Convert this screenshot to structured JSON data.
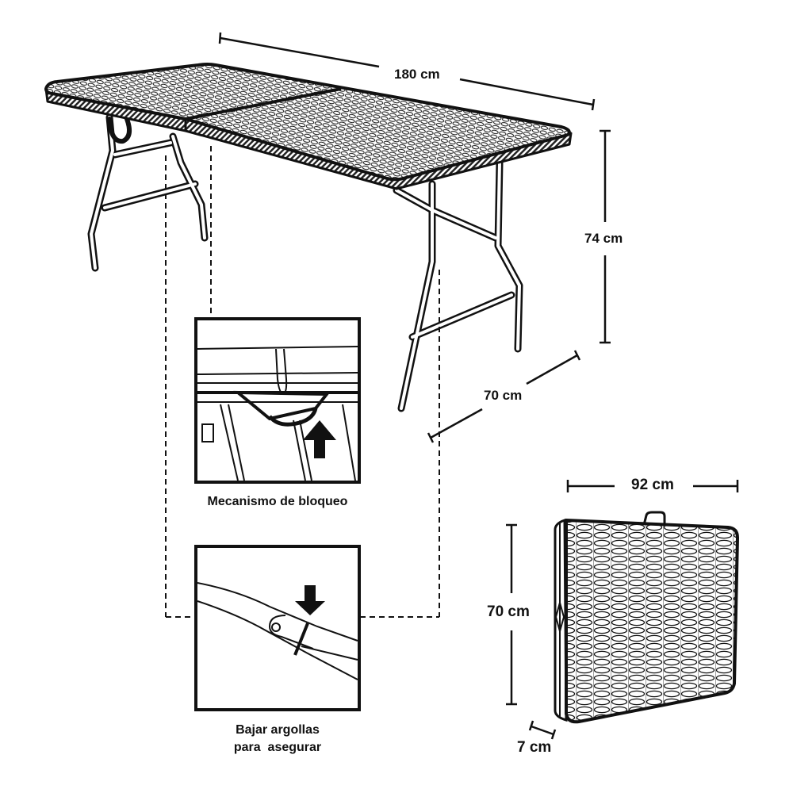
{
  "diagram": {
    "subject": "folding-table-rattan",
    "colors": {
      "ink": "#111111",
      "background": "#ffffff",
      "weave_fill": "#e8e8e8"
    },
    "dimensions_open": {
      "length": "180 cm",
      "height": "74 cm",
      "depth": "70 cm"
    },
    "dimensions_folded": {
      "width": "92 cm",
      "height": "70 cm",
      "thickness": "7 cm"
    },
    "details": [
      {
        "caption_line1": "Mecanismo de bloqueo",
        "caption_line2": "",
        "arrow": "up"
      },
      {
        "caption_line1": "Bajar argollas",
        "caption_line2": "para  asegurar",
        "arrow": "down"
      }
    ]
  }
}
